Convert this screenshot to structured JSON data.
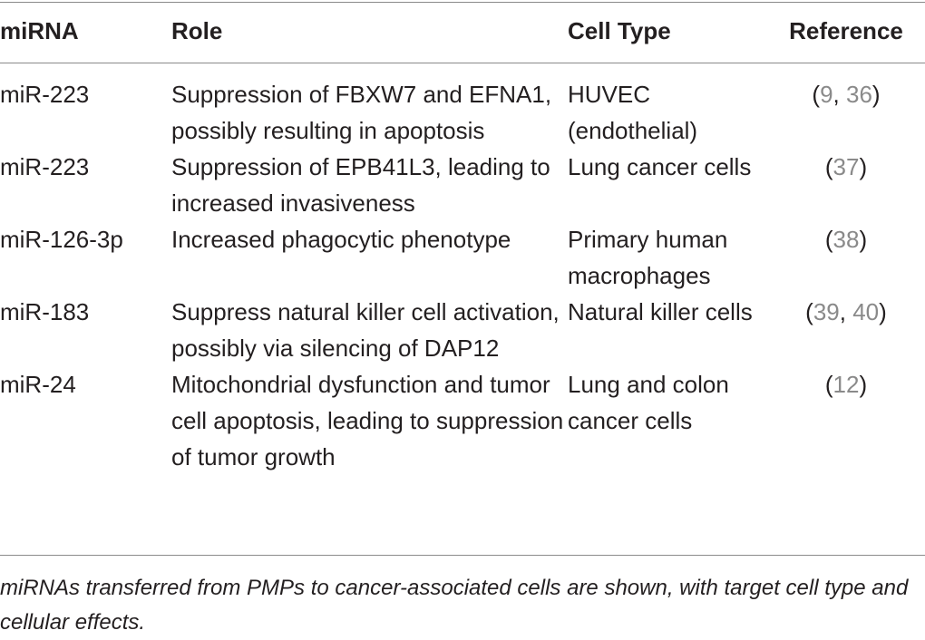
{
  "table": {
    "headers": {
      "mirna": "miRNA",
      "role": "Role",
      "cell_type": "Cell Type",
      "reference": "Reference"
    },
    "rows": [
      {
        "mirna": "miR-223",
        "role": "Suppression of FBXW7 and EFNA1, possibly resulting in apoptosis",
        "cell_type": "HUVEC (endothelial)",
        "ref": [
          "9",
          "36"
        ]
      },
      {
        "mirna": "miR-223",
        "role": "Suppression of EPB41L3, leading to increased invasiveness",
        "cell_type": "Lung cancer cells",
        "ref": [
          "37"
        ]
      },
      {
        "mirna": "miR-126-3p",
        "role": "Increased phagocytic phenotype",
        "cell_type": "Primary human macrophages",
        "ref": [
          "38"
        ]
      },
      {
        "mirna": "miR-183",
        "role": "Suppress natural killer cell activation, possibly via silencing of DAP12",
        "cell_type": "Natural killer cells",
        "ref": [
          "39",
          "40"
        ]
      },
      {
        "mirna": "miR-24",
        "role": "Mitochondrial dysfunction and tumor cell apoptosis, leading to suppression of tumor growth",
        "cell_type": "Lung and colon cancer cells",
        "ref": [
          "12"
        ]
      }
    ]
  },
  "footnote": "miRNAs transferred from PMPs to cancer-associated cells are shown, with target cell type and cellular effects."
}
